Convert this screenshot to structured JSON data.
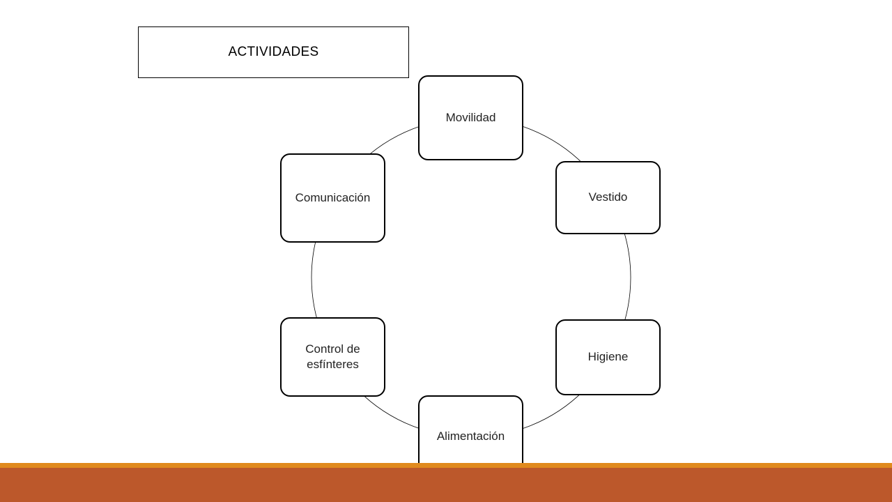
{
  "title": "ACTIVIDADES",
  "cycle": {
    "nodes": [
      {
        "label": "Movilidad"
      },
      {
        "label": "Vestido"
      },
      {
        "label": "Higiene"
      },
      {
        "label": "Alimentación"
      },
      {
        "label": "Control de esfínteres"
      },
      {
        "label": "Comunicación"
      }
    ]
  },
  "colors": {
    "footer_top": "#e08a1e",
    "footer_bottom": "#bc582b",
    "node_border": "#000000",
    "ring": "#000000"
  }
}
